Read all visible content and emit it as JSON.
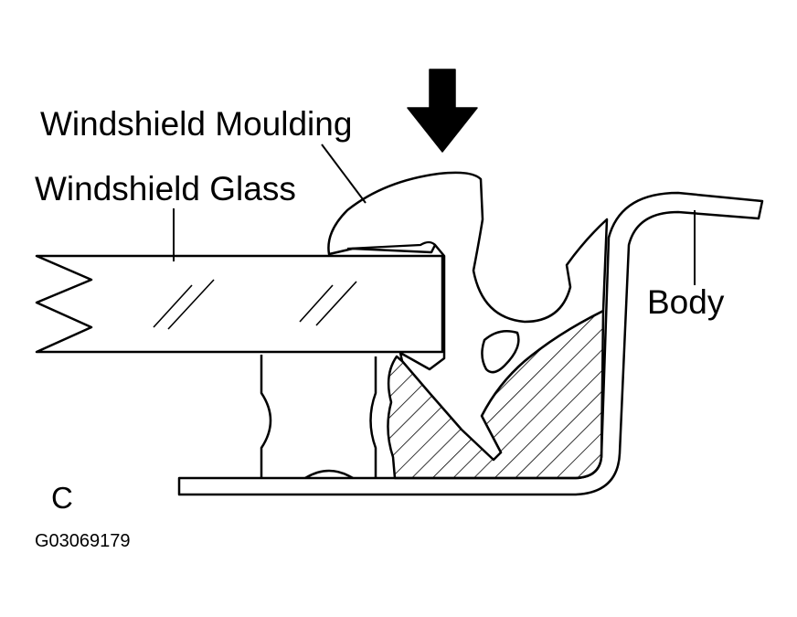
{
  "labels": {
    "moulding": "Windshield Moulding",
    "glass": "Windshield Glass",
    "body": "Body",
    "view": "C",
    "code": "G03069179"
  },
  "colors": {
    "ink": "#000000",
    "paper": "#ffffff"
  },
  "icons": {
    "press_direction": "arrow-down-icon"
  }
}
